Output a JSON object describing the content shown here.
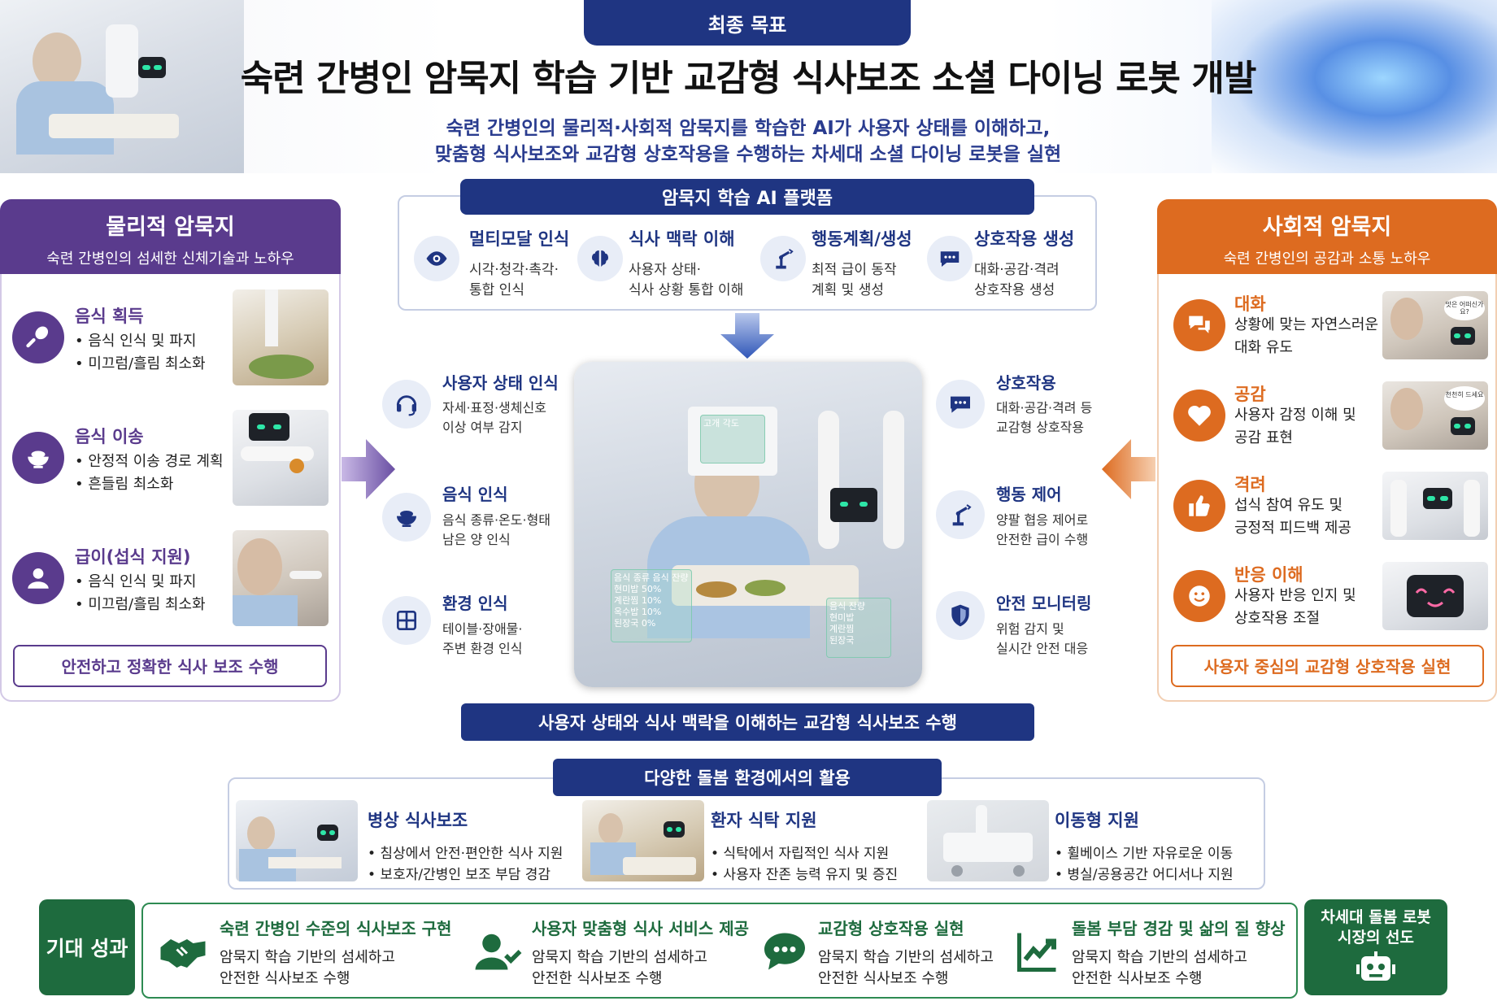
{
  "header": {
    "goal_tab": "최종 목표",
    "title": "숙련 간병인 암묵지 학습 기반 교감형 식사보조 소셜 다이닝 로봇 개발",
    "subtitle_line1": "숙련 간병인의 물리적·사회적 암묵지를 학습한 AI가 사용자 상태를 이해하고,",
    "subtitle_line2": "맞춤형 식사보조와 교감형 상호작용을 수행하는 차세대 소셜 다이닝 로봇을 실현"
  },
  "physical": {
    "title": "물리적 암묵지",
    "subtitle": "숙련 간병인의 섬세한 신체기술과 노하우",
    "items": [
      {
        "title": "음식 획득",
        "bullets": [
          "• 음식 인식 및 파지",
          "• 미끄럼/흘림 최소화"
        ],
        "icon": "spoon-icon"
      },
      {
        "title": "음식 이송",
        "bullets": [
          "• 안정적 이송 경로 계획",
          "• 흔들림 최소화"
        ],
        "icon": "bowl-icon"
      },
      {
        "title": "급이(섭식 지원)",
        "bullets": [
          "• 음식 인식 및 파지",
          "• 미끄럼/흘림 최소화"
        ],
        "icon": "user-icon"
      }
    ],
    "footer": "안전하고 정확한 식사 보조 수행"
  },
  "social": {
    "title": "사회적 암묵지",
    "subtitle": "숙련 간병인의 공감과 소통 노하우",
    "items": [
      {
        "title": "대화",
        "desc1": "상황에 맞는 자연스러운",
        "desc2": "대화 유도",
        "icon": "chat-bubbles-icon",
        "bubble": "맛은 어떠신가요?"
      },
      {
        "title": "공감",
        "desc1": "사용자 감정 이해 및",
        "desc2": "공감 표현",
        "icon": "heart-icon",
        "bubble": "천천히 드세요"
      },
      {
        "title": "격려",
        "desc1": "섭식 참여 유도 및",
        "desc2": "긍정적 피드백 제공",
        "icon": "thumbs-up-icon"
      },
      {
        "title": "반응 이해",
        "desc1": "사용자 반응 인지 및",
        "desc2": "상호작용 조절",
        "icon": "smile-icon"
      }
    ],
    "footer": "사용자 중심의 교감형 상호작용 실현"
  },
  "platform": {
    "title": "암묵지 학습 AI 플랫폼",
    "items": [
      {
        "title": "멀티모달 인식",
        "desc1": "시각·청각·촉각·",
        "desc2": "통합 인식",
        "icon": "eye-icon"
      },
      {
        "title": "식사 맥락 이해",
        "desc1": "사용자 상태·",
        "desc2": "식사 상황 통합 이해",
        "icon": "brain-icon"
      },
      {
        "title": "행동계획/생성",
        "desc1": "최적 급이 동작",
        "desc2": "계획 및 생성",
        "icon": "robot-arm-icon"
      },
      {
        "title": "상호작용 생성",
        "desc1": "대화·공감·격려",
        "desc2": "상호작용 생성",
        "icon": "chat-icon"
      }
    ]
  },
  "left_features": [
    {
      "title": "사용자 상태 인식",
      "desc1": "자세·표정·생체신호",
      "desc2": "이상 여부 감지",
      "icon": "headset-icon"
    },
    {
      "title": "음식 인식",
      "desc1": "음식 종류·온도·형태",
      "desc2": "남은 양 인식",
      "icon": "bowl-icon"
    },
    {
      "title": "환경 인식",
      "desc1": "테이블·장애물·",
      "desc2": "주변 환경 인식",
      "icon": "grid-icon"
    }
  ],
  "right_features": [
    {
      "title": "상호작용",
      "desc1": "대화·공감·격려 등",
      "desc2": "교감형 상호작용",
      "icon": "chat-icon"
    },
    {
      "title": "행동 제어",
      "desc1": "양팔 협응 제어로",
      "desc2": "안전한 급이 수행",
      "icon": "robot-arm-icon"
    },
    {
      "title": "안전 모니터링",
      "desc1": "위험 감지 및",
      "desc2": "실시간 안전 대응",
      "icon": "shield-icon"
    }
  ],
  "center_hud": {
    "top": "고개 각도",
    "food_header": "음식 종류   음식 잔량",
    "food_rows": [
      "현미밥   50%",
      "계란찜   10%",
      "옥수밥   10%",
      "된장국   0%"
    ],
    "side_header": "음식 잔량",
    "side_rows": [
      "현미밥",
      "계란찜",
      "된장국"
    ]
  },
  "bottom_bar": "사용자 상태와 식사 맥락을 이해하는 교감형 식사보조 수행",
  "care": {
    "title": "다양한 돌봄 환경에서의 활용",
    "items": [
      {
        "title": "병상 식사보조",
        "bullets": [
          "• 침상에서 안전·편안한 식사 지원",
          "• 보호자/간병인 보조 부담 경감"
        ]
      },
      {
        "title": "환자 식탁 지원",
        "bullets": [
          "• 식탁에서 자립적인 식사 지원",
          "• 사용자 잔존 능력 유지 및 증진"
        ]
      },
      {
        "title": "이동형 지원",
        "bullets": [
          "• 휠베이스 기반 자유로운 이동",
          "• 병실/공용공간 어디서나 지원"
        ]
      }
    ]
  },
  "outcomes": {
    "label": "기대 성과",
    "items": [
      {
        "title": "숙련 간병인 수준의 식사보조 구현",
        "desc1": "암묵지 학습 기반의 섬세하고",
        "desc2": "안전한 식사보조 수행",
        "icon": "handshake-icon"
      },
      {
        "title": "사용자 맞춤형 식사 서비스 제공",
        "desc1": "암묵지 학습 기반의 섬세하고",
        "desc2": "안전한 식사보조 수행",
        "icon": "user-check-icon"
      },
      {
        "title": "교감형 상호작용 실현",
        "desc1": "암묵지 학습 기반의 섬세하고",
        "desc2": "안전한 식사보조 수행",
        "icon": "chat-icon"
      },
      {
        "title": "돌봄 부담 경감 및 삶의 질 향상",
        "desc1": "암묵지 학습 기반의 섬세하고",
        "desc2": "안전한 식사보조 수행",
        "icon": "trend-up-icon"
      }
    ],
    "future_line1": "차세대 돌봄 로봇",
    "future_line2": "시장의 선도",
    "future_icon": "robot-icon"
  },
  "colors": {
    "navy": "#1f3582",
    "purple": "#5a3b8d",
    "orange": "#dd6b20",
    "green": "#1e6b3e"
  }
}
